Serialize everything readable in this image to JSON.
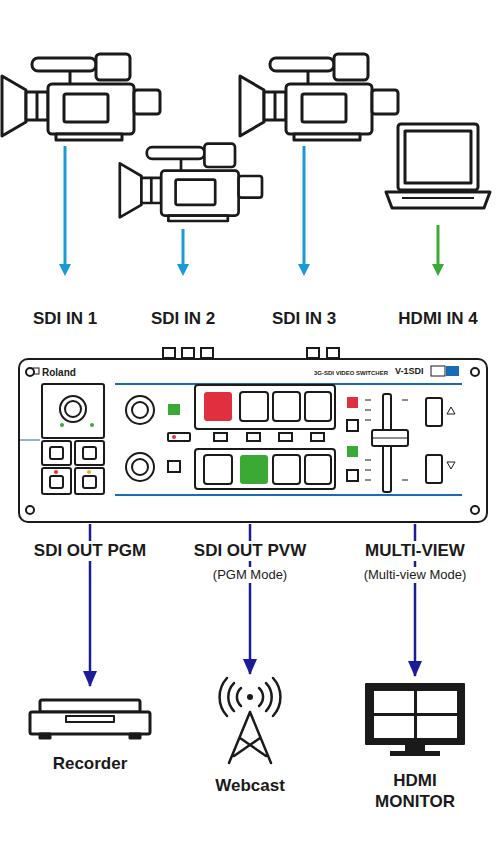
{
  "diagram": {
    "nodes": [
      {
        "text": [
          "Roland",
          "3G-SDI VIDEO SWITCHER",
          "V-1SDI"
        ]
      },
      {
        "text": [
          "Recorder"
        ]
      },
      {
        "text": [
          "Webcast"
        ]
      },
      {
        "text": [
          "HDMI MONITOR"
        ]
      }
    ],
    "edges": [
      {
        "from": 0,
        "to": 1,
        "arrow": "to"
      },
      {
        "from": 0,
        "to": 2,
        "arrow": "to"
      },
      {
        "from": 0,
        "to": 3,
        "arrow": "to"
      }
    ],
    "labels": [
      "SDI IN 1",
      "SDI IN 2",
      "SDI IN 3",
      "HDMI IN 4",
      "SDI OUT PGM",
      "SDI OUT PVW",
      "(PGM Mode)",
      "MULTI-VIEW",
      "(Multi-view Mode)"
    ]
  }
}
